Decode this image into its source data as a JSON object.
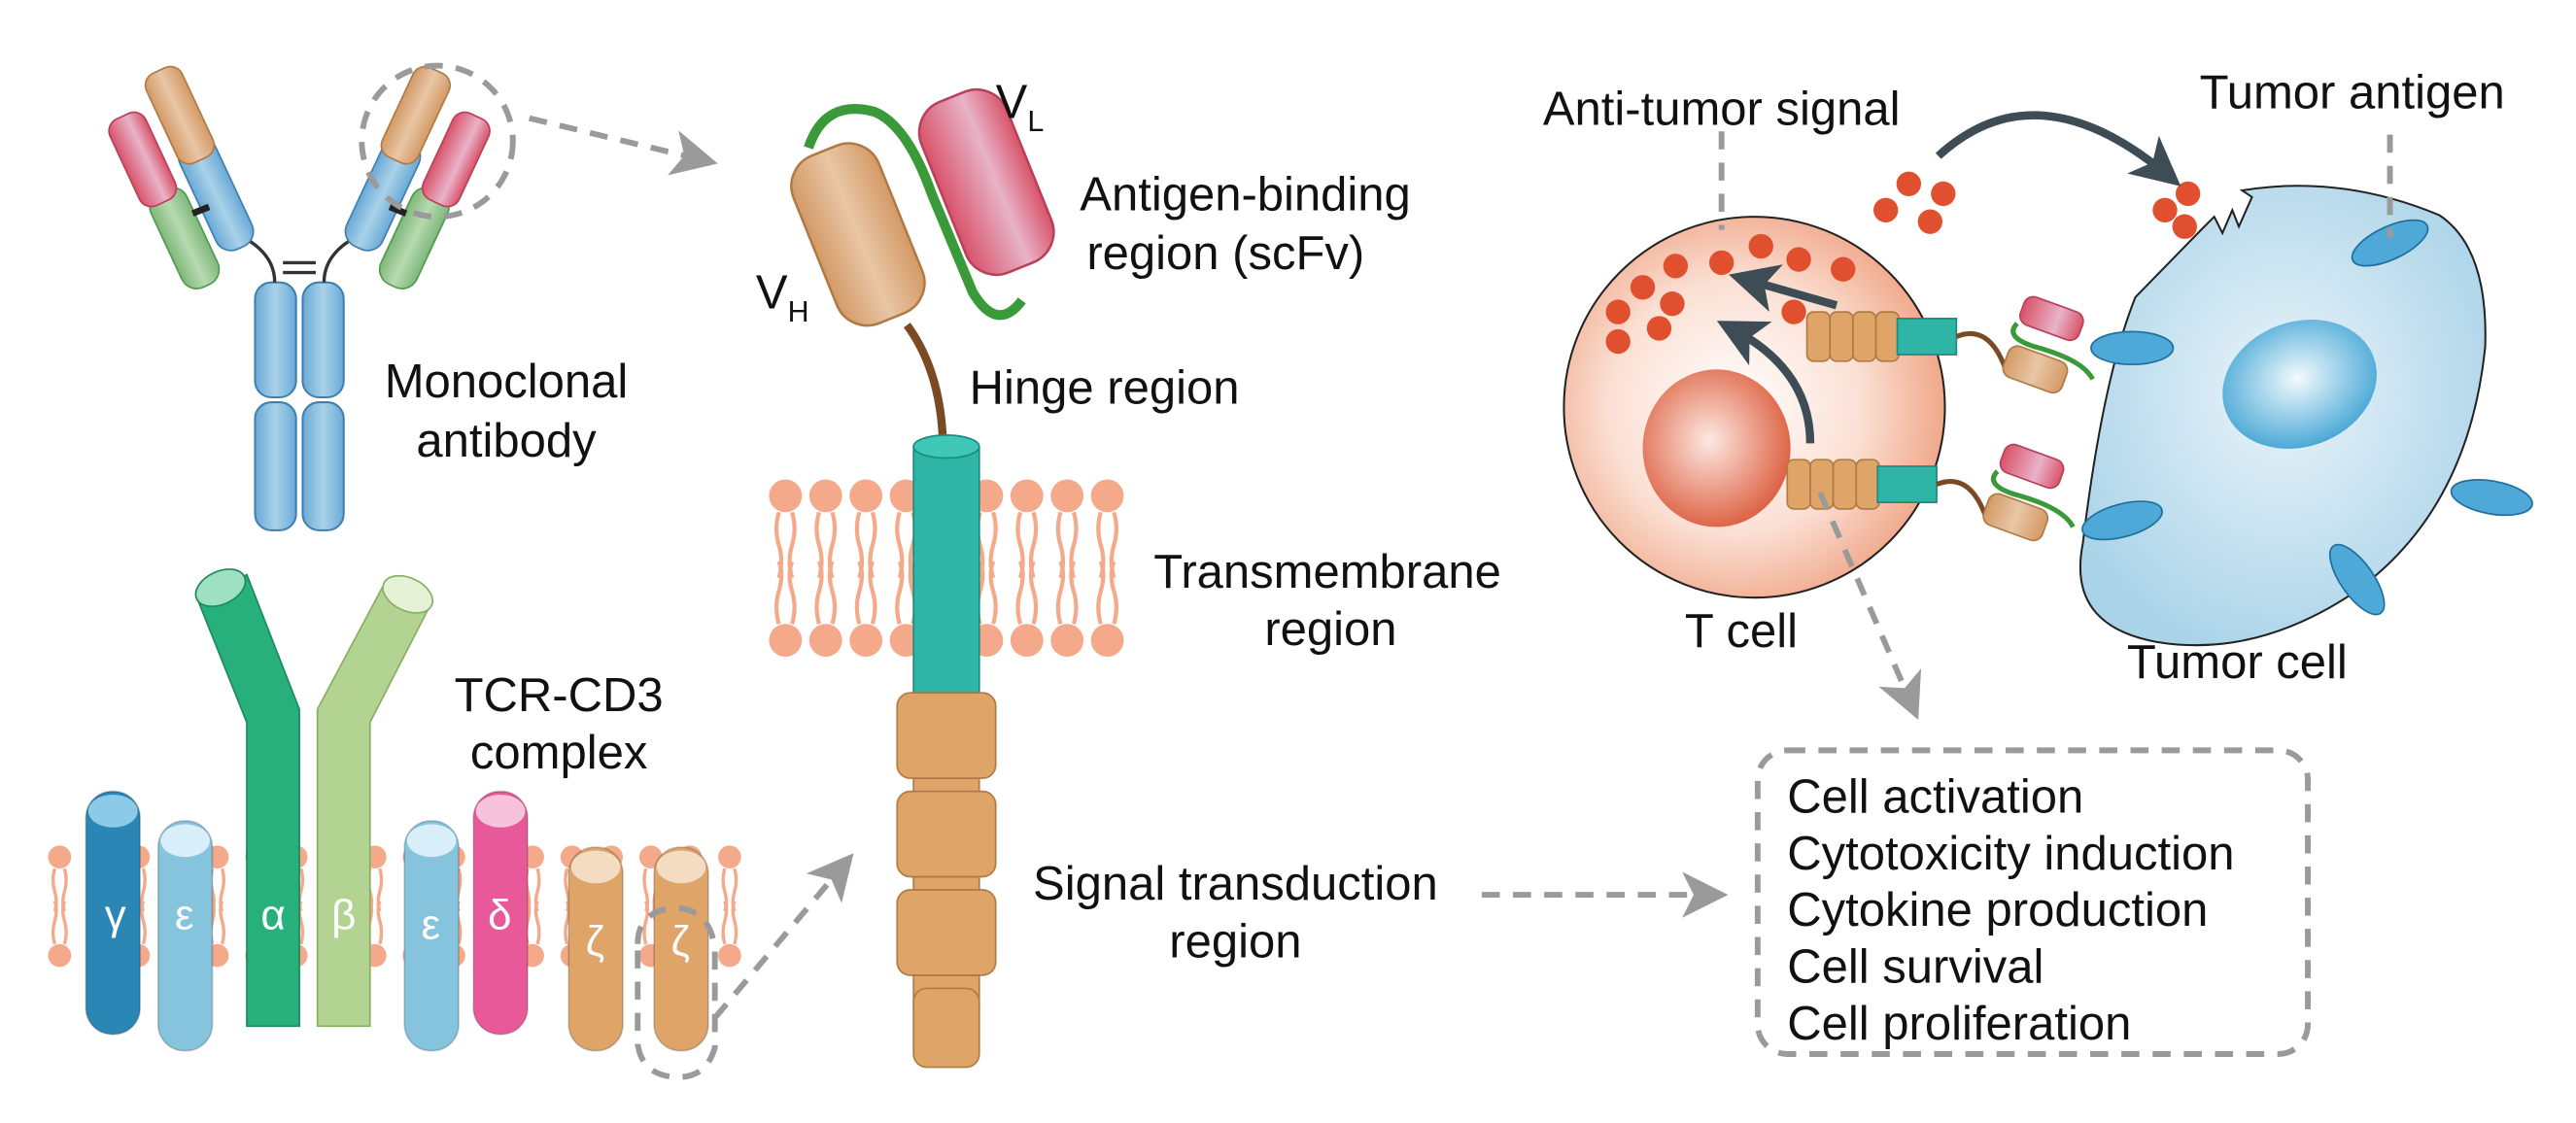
{
  "antibody": {
    "label_line1": "Monoclonal",
    "label_line2": "antibody"
  },
  "scfv": {
    "vl": "V",
    "vl_sub": "L",
    "vh": "V",
    "vh_sub": "H",
    "label_line1": "Antigen-binding",
    "label_line2": "region (scFv)"
  },
  "hinge": {
    "label": "Hinge region"
  },
  "transmembrane": {
    "label_line1": "Transmembrane",
    "label_line2": "region"
  },
  "signal": {
    "label_line1": "Signal transduction",
    "label_line2": "region"
  },
  "tcr": {
    "label_line1": "TCR-CD3",
    "label_line2": "complex",
    "chains": [
      "γ",
      "ε",
      "α",
      "β",
      "ε",
      "δ",
      "ζ",
      "ζ"
    ]
  },
  "tcell": {
    "label": "T cell",
    "signal_label": "Anti-tumor signal"
  },
  "tumor": {
    "label": "Tumor cell",
    "antigen_label": "Tumor antigen"
  },
  "outcomes": [
    "Cell activation",
    "Cytotoxicity induction",
    "Cytokine production",
    "Cell survival",
    "Cell proliferation"
  ],
  "colors": {
    "teal": "#2fb5a6",
    "tan": "#dea468",
    "pink": "#e04f95",
    "dark_blue": "#2a86b5",
    "light_blue": "#86c4de",
    "green": "#27b07c",
    "light_green": "#b3d393",
    "lipid": "#f4a98a",
    "dot_red": "#e0502f",
    "arrow_gray": "#9a9a9a"
  }
}
